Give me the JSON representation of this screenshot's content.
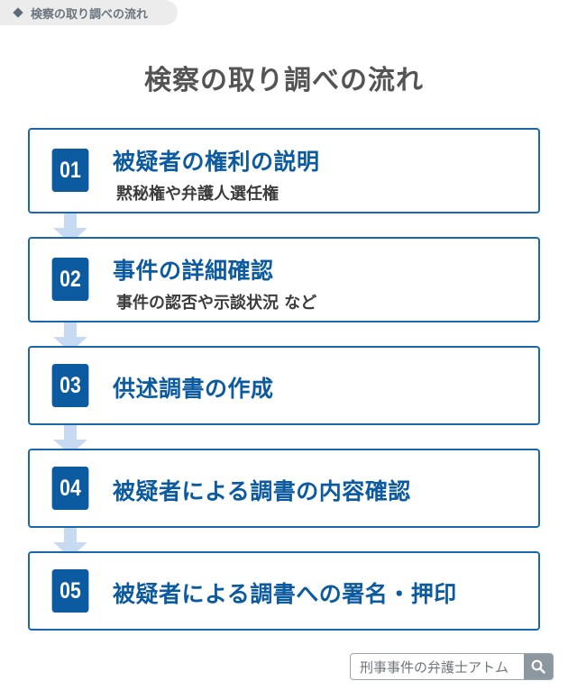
{
  "breadcrumb": {
    "icon": "diamond-icon",
    "label": "検察の取り調べの流れ"
  },
  "title": "検察の取り調べの流れ",
  "colors": {
    "accent": "#0c5aa0",
    "border": "#1a68ab",
    "arrow": "#c6daf2",
    "title": "#545454"
  },
  "steps": [
    {
      "number": "01",
      "title": "被疑者の権利の説明",
      "subtitle": "黙秘権や弁護人選任権"
    },
    {
      "number": "02",
      "title": "事件の詳細確認",
      "subtitle": "事件の認否や示談状況 など"
    },
    {
      "number": "03",
      "title": "供述調書の作成"
    },
    {
      "number": "04",
      "title": "被疑者による調書の内容確認"
    },
    {
      "number": "05",
      "title": "被疑者による調書への署名・押印"
    }
  ],
  "search": {
    "label": "刑事事件の弁護士アトム",
    "icon": "search-icon"
  }
}
